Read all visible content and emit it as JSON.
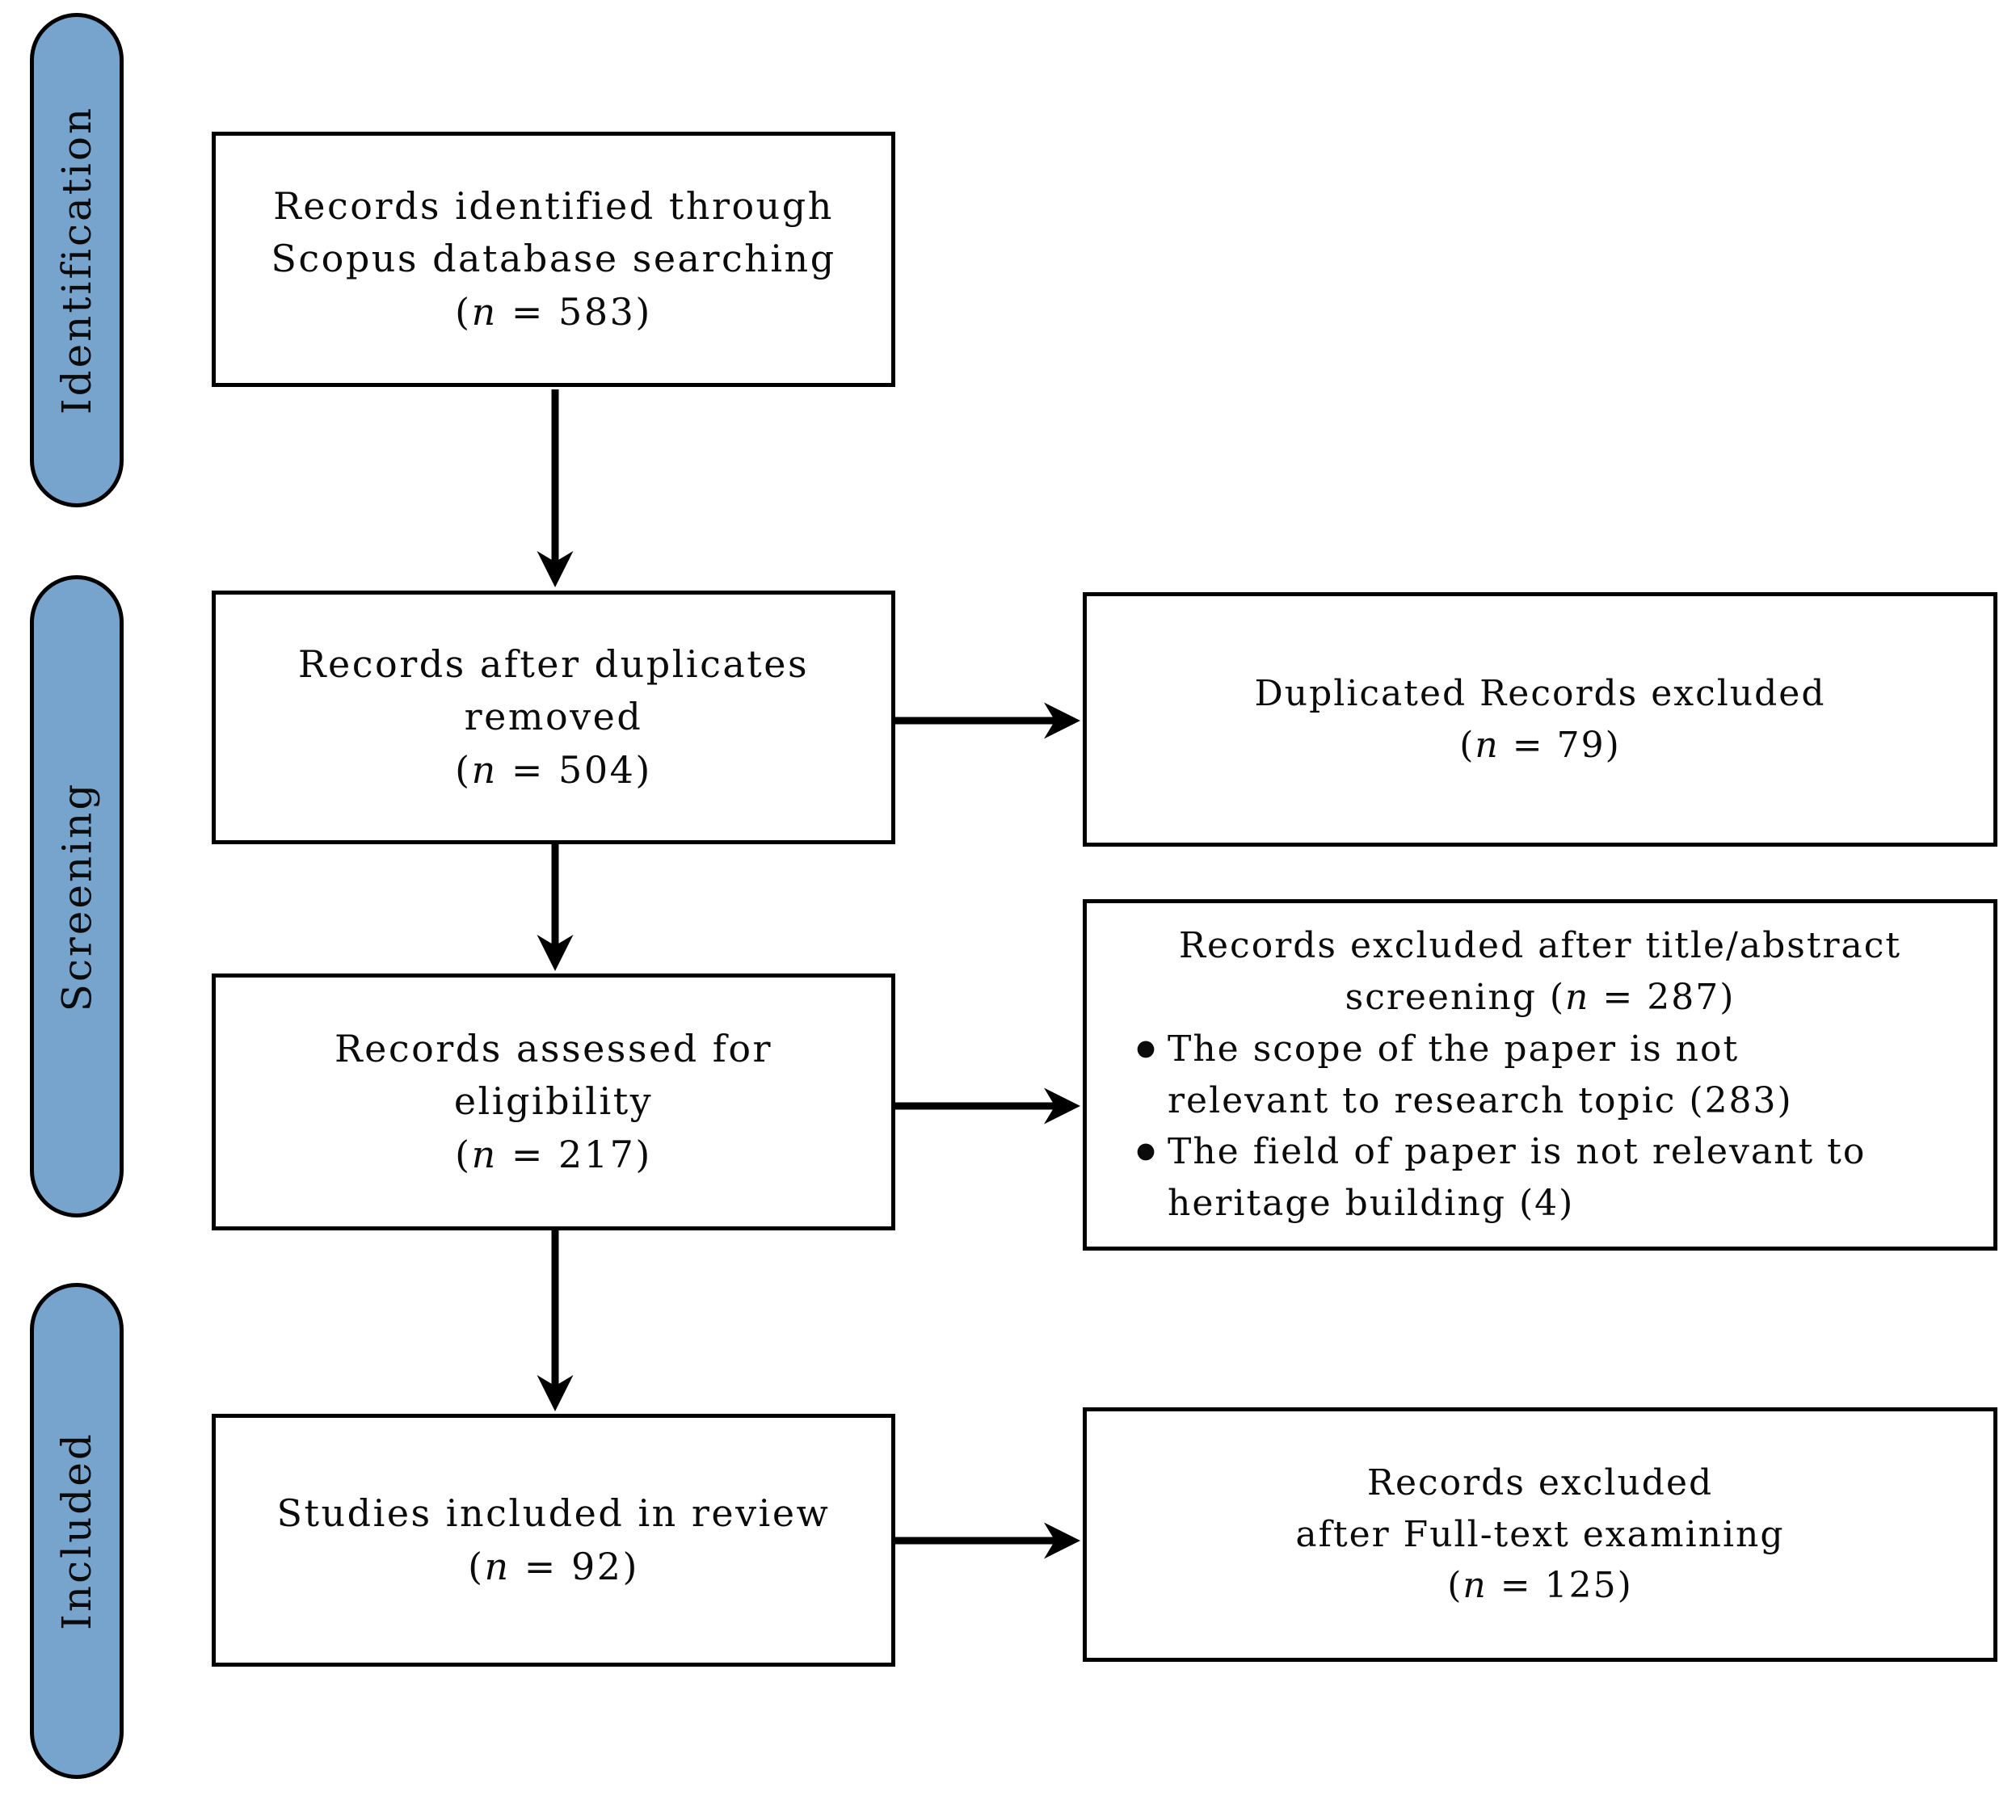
{
  "stages": [
    {
      "label": "Identification"
    },
    {
      "label": "Screening"
    },
    {
      "label": "Included"
    }
  ],
  "flow_boxes": {
    "identified": {
      "lines": [
        "Records identified through",
        "Scopus database searching"
      ],
      "count": "(n = 583)"
    },
    "dedup": {
      "lines": [
        "Records after duplicates",
        "removed"
      ],
      "count": "(n = 504)"
    },
    "assessed": {
      "lines": [
        "Records assessed for",
        "eligibility"
      ],
      "count": "(n = 217)"
    },
    "included": {
      "lines": [
        "Studies included in review"
      ],
      "count": "(n = 92)"
    }
  },
  "exclusion_boxes": {
    "duplicates": {
      "lines": [
        "Duplicated Records excluded"
      ],
      "count": "(n = 79)"
    },
    "title_abstract": {
      "title_line1": "Records excluded after title/abstract",
      "title_line2_prefix": "screening ",
      "count": "(n = 287)",
      "bullets": [
        [
          "The scope of the paper is not",
          "relevant to research topic (283)"
        ],
        [
          "The field of paper is not relevant to",
          "heritage building (4)"
        ]
      ]
    },
    "fulltext": {
      "lines": [
        "Records excluded",
        "after Full-text examining"
      ],
      "count": "(n = 125)"
    }
  },
  "colors": {
    "stage_fill": "#77A4CD",
    "border": "#000000",
    "background": "#FFFFFF"
  }
}
